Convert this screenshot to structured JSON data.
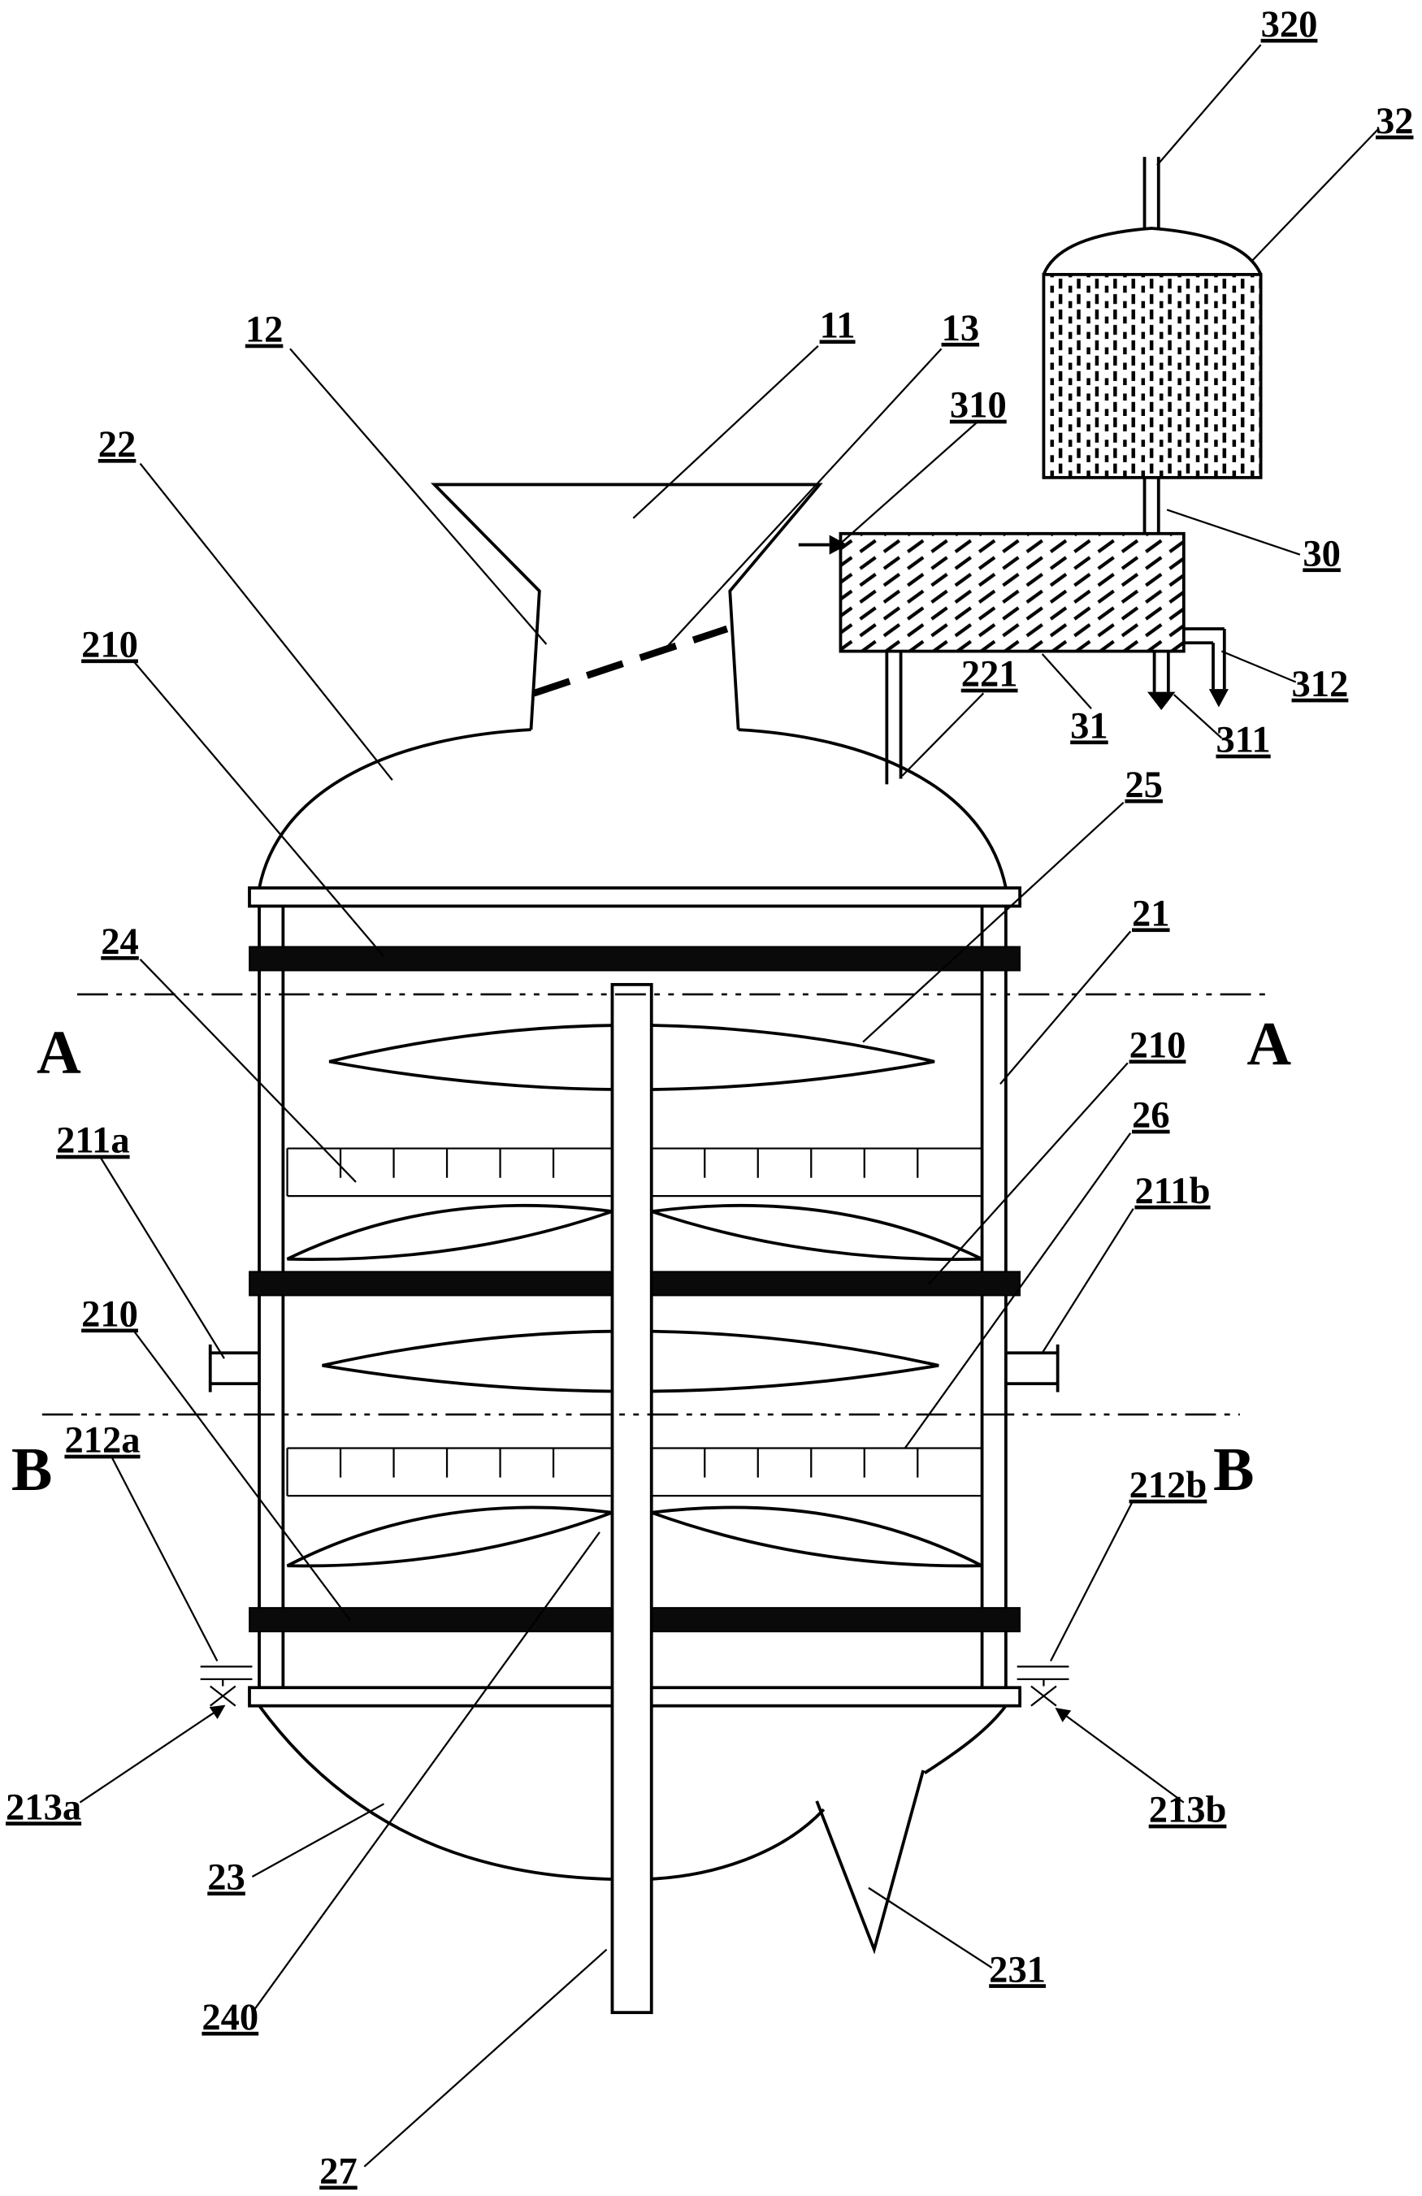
{
  "figure": {
    "description": "Patent-style line drawing of a vertical stirred reactor vessel with hopper feed, catalyst feeder and section lines",
    "colors": {
      "ink": "#000000",
      "background": "#ffffff"
    }
  },
  "labels": {
    "320": "320",
    "32": "32",
    "30": "30",
    "312": "312",
    "311": "311",
    "31": "31",
    "221": "221",
    "310": "310",
    "13": "13",
    "11": "11",
    "12": "12",
    "22": "22",
    "210": "210",
    "25": "25",
    "21": "21",
    "24": "24",
    "26": "26",
    "211a": "211a",
    "211b": "211b",
    "212a": "212a",
    "212b": "212b",
    "213a": "213a",
    "213b": "213b",
    "23": "23",
    "231": "231",
    "240": "240",
    "27": "27"
  },
  "section_markers": {
    "A": "A",
    "B": "B"
  }
}
